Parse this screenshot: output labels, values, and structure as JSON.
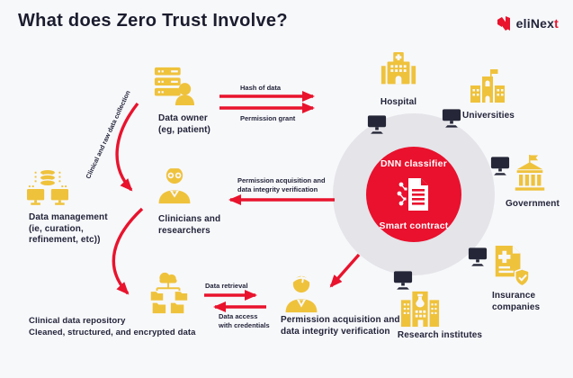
{
  "header": {
    "title": "What does Zero Trust Involve?",
    "logo_text": "eliNex",
    "logo_accent": "t"
  },
  "center": {
    "classifier_label": "DNN classifier",
    "contract_label": "Smart contract"
  },
  "entities": {
    "data_owner": {
      "line1": "Data owner",
      "line2": "(eg, patient)"
    },
    "clinicians": {
      "line1": "Clinicians and",
      "line2": "researchers"
    },
    "data_management": {
      "line1": "Data management",
      "line2": "(ie, curation,",
      "line3": "refinement, etc))"
    },
    "repository": {
      "line1": "Clinical data repository",
      "line2": "Cleaned, structured, and encrypted data"
    },
    "permission_person": {
      "line1": "Permission acquisition and",
      "line2": "data integrity verification"
    },
    "hospital": {
      "label": "Hospital"
    },
    "universities": {
      "label": "Universities"
    },
    "government": {
      "label": "Government"
    },
    "insurance": {
      "line1": "Insurance",
      "line2": "companies"
    },
    "research": {
      "label": "Research institutes"
    }
  },
  "arrows": {
    "hash_of_data": "Hash of data",
    "permission_grant": "Permission grant",
    "perm_acq_line1": "Permission acquisition and",
    "perm_acq_line2": "data integrity verification",
    "data_retrieval": "Data retrieval",
    "data_access_line1": "Data access",
    "data_access_line2": "with credentials",
    "collection": "Clinical and raw data collection"
  },
  "colors": {
    "accent_red": "#E9132D",
    "icon_yellow": "#EFC23C",
    "dark_navy": "#23243A",
    "circle_gray": "#E4E4E9",
    "background": "#F7F8FA"
  },
  "icons": [
    "elinext-logo-icon",
    "server-user-icon",
    "doctor-icon",
    "database-monitors-icon",
    "cloud-folder-tree-icon",
    "person-icon",
    "hospital-icon",
    "university-icon",
    "government-icon",
    "insurance-document-shield-icon",
    "research-building-icon",
    "monitor-icon",
    "smart-contract-document-icon"
  ]
}
